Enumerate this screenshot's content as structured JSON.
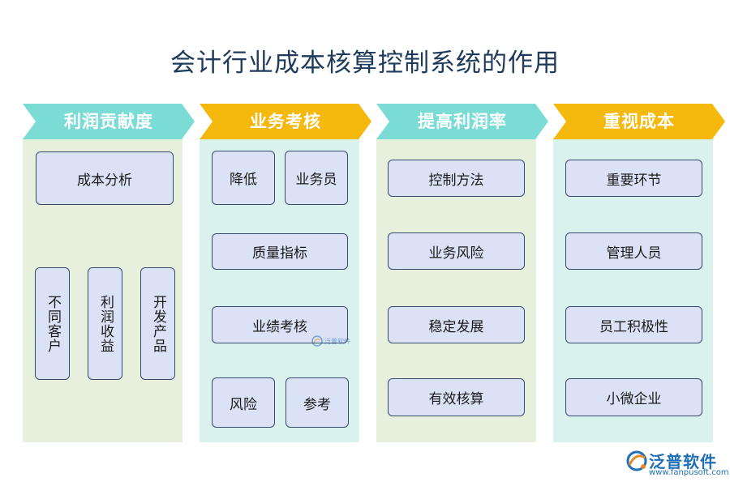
{
  "title": "会计行业成本核算控制系统的作用",
  "columns": [
    {
      "heading": "利润贡献度",
      "color": "#7bdcd6",
      "items": [
        "成本分析",
        "不同客户",
        "利润收益",
        "开发产品"
      ]
    },
    {
      "heading": "业务考核",
      "color": "#f5b80c",
      "items": [
        "降低",
        "业务员",
        "质量指标",
        "业绩考核",
        "风险",
        "参考"
      ]
    },
    {
      "heading": "提高利润率",
      "color": "#7bdcd6",
      "items": [
        "控制方法",
        "业务风险",
        "稳定发展",
        "有效核算"
      ]
    },
    {
      "heading": "重视成本",
      "color": "#f5b80c",
      "items": [
        "重要环节",
        "管理人员",
        "员工积极性",
        "小微企业"
      ]
    }
  ],
  "watermark": {
    "brand": "泛普软件",
    "url": "www.fanpusoft.com"
  }
}
